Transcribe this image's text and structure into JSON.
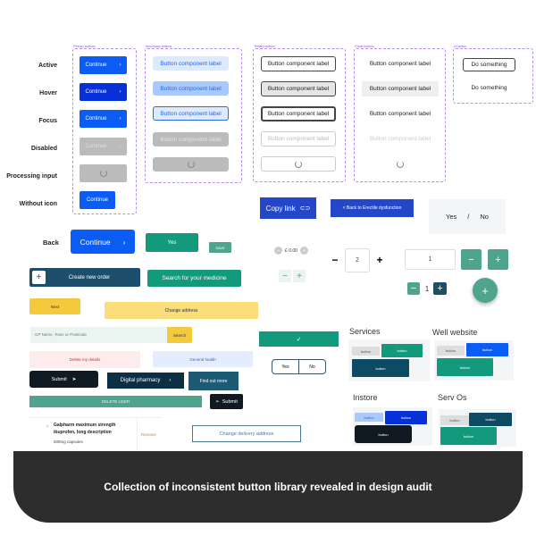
{
  "states": [
    "Active",
    "Hover",
    "Focus",
    "Disabled",
    "Processing input",
    "Without icon"
  ],
  "frames": {
    "primary": "Primary buttons",
    "secondary": "Secondary buttons",
    "tertiary": "Tertiary buttons",
    "ghost": "Ghost buttons",
    "ui": "UI button"
  },
  "primary_label": "Continue",
  "component_label": "Button component label",
  "ui_label": "Do something",
  "copy_link": "Copy link",
  "back_ed": "< Back to Erectile dysfunction",
  "yes": "Yes",
  "no": "No",
  "slash": "/",
  "back": "Back",
  "continue": "Continue",
  "save": "SAVE",
  "price": "£ 0.00",
  "stepper_value": "2",
  "input_value": "1",
  "small_value": "1",
  "create_order": "Create new order",
  "search_medicine": "Search for your medicine",
  "next": "Next",
  "change_address": "Change address",
  "gp_placeholder": "GP Name, Town or Postcode",
  "search": "Search",
  "delete_details": "Delete my details",
  "general_health": "General health",
  "submit": "Submit",
  "digital_pharmacy": "Digital pharmacy",
  "find_out": "Find out  more",
  "delete_user": "DELETE USER",
  "product": {
    "name": "Galpharm maximum strength ibuprofen, long description",
    "detail": "500mg capsules",
    "remove": "Remove"
  },
  "change_delivery": "Change delivery address",
  "panels": {
    "services": "Services",
    "well": "Well website",
    "instore": "Instore",
    "servos": "Serv Os",
    "button": "button"
  },
  "caption": "Collection of inconsistent button library revealed in design audit",
  "colors": {
    "primary": "#0a5cf5",
    "hover": "#0630d8",
    "teal": "#13997c",
    "navy": "#1d4e6b",
    "yellow": "#f5c93e",
    "dark": "#111a22"
  }
}
